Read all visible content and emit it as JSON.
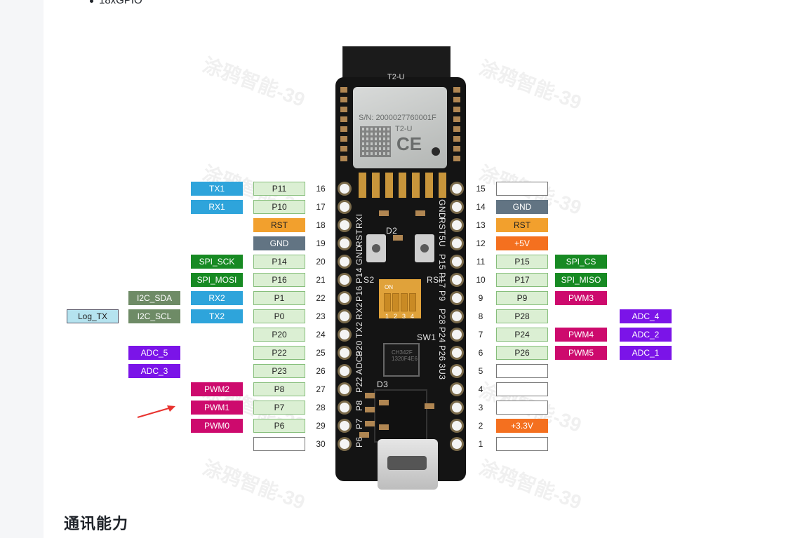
{
  "features": [
    "18xGPIO"
  ],
  "section_title": "通讯能力",
  "board": {
    "antenna_label": "T2-U",
    "module_serial": "S/N: 2000027760001F",
    "module_name": "T2-U",
    "module_mark": "CE",
    "dip_label": "ON",
    "dip_numbers": [
      "1",
      "2",
      "3",
      "4"
    ],
    "chip_text": "CH342F\n1320F4E6",
    "watermark": "涂鸦智能-39",
    "silk_left": [
      "RXI",
      "RST",
      "GND",
      "P14",
      "P16",
      "RX2",
      "TX2",
      "P20",
      "ADC3",
      "P22",
      "P8",
      "P7",
      "P6"
    ],
    "silk_right": [
      "GND",
      "RST",
      "5U",
      "P15",
      "P17",
      "P9",
      "P28",
      "P24",
      "P26",
      "3U3"
    ],
    "silk_misc": [
      "D2",
      "S2",
      "RST",
      "SW1",
      "D3"
    ]
  },
  "left_pins": [
    {
      "num": "16",
      "pin": "P11",
      "f1": "TX1",
      "f1c": "uart"
    },
    {
      "num": "17",
      "pin": "P10",
      "f1": "RX1",
      "f1c": "uart"
    },
    {
      "num": "18",
      "pin": "RST",
      "pinc": "rst"
    },
    {
      "num": "19",
      "pin": "GND",
      "pinc": "gnd"
    },
    {
      "num": "20",
      "pin": "P14",
      "f1": "SPI_SCK",
      "f1c": "spi"
    },
    {
      "num": "21",
      "pin": "P16",
      "f1": "SPI_MOSI",
      "f1c": "spi"
    },
    {
      "num": "22",
      "pin": "P1",
      "f1": "RX2",
      "f1c": "uart",
      "f2": "I2C_SDA",
      "f2c": "i2c"
    },
    {
      "num": "23",
      "pin": "P0",
      "f1": "TX2",
      "f1c": "uart",
      "f2": "I2C_SCL",
      "f2c": "i2c",
      "f3": "Log_TX",
      "f3c": "log"
    },
    {
      "num": "24",
      "pin": "P20"
    },
    {
      "num": "25",
      "pin": "P22",
      "f2": "ADC_5",
      "f2c": "adc"
    },
    {
      "num": "26",
      "pin": "P23",
      "f2": "ADC_3",
      "f2c": "adc"
    },
    {
      "num": "27",
      "pin": "P8",
      "f1": "PWM2",
      "f1c": "pwm"
    },
    {
      "num": "28",
      "pin": "P7",
      "f1": "PWM1",
      "f1c": "pwm"
    },
    {
      "num": "29",
      "pin": "P6",
      "f1": "PWM0",
      "f1c": "pwm"
    },
    {
      "num": "30",
      "pin": "",
      "pinc": "blank"
    }
  ],
  "right_pins": [
    {
      "num": "15",
      "pin": "",
      "pinc": "blank"
    },
    {
      "num": "14",
      "pin": "GND",
      "pinc": "gnd"
    },
    {
      "num": "13",
      "pin": "RST",
      "pinc": "rst"
    },
    {
      "num": "12",
      "pin": "+5V",
      "pinc": "pwr"
    },
    {
      "num": "11",
      "pin": "P15",
      "f1": "SPI_CS",
      "f1c": "spi"
    },
    {
      "num": "10",
      "pin": "P17",
      "f1": "SPI_MISO",
      "f1c": "spi"
    },
    {
      "num": "9",
      "pin": "P9",
      "f1": "PWM3",
      "f1c": "pwm"
    },
    {
      "num": "8",
      "pin": "P28",
      "f2": "ADC_4",
      "f2c": "adc"
    },
    {
      "num": "7",
      "pin": "P24",
      "f1": "PWM4",
      "f1c": "pwm",
      "f2": "ADC_2",
      "f2c": "adc"
    },
    {
      "num": "6",
      "pin": "P26",
      "f1": "PWM5",
      "f1c": "pwm",
      "f2": "ADC_1",
      "f2c": "adc"
    },
    {
      "num": "5",
      "pin": "",
      "pinc": "blank"
    },
    {
      "num": "4",
      "pin": "",
      "pinc": "blank"
    },
    {
      "num": "3",
      "pin": "",
      "pinc": "blank"
    },
    {
      "num": "2",
      "pin": "+3.3V",
      "pinc": "pwr"
    },
    {
      "num": "1",
      "pin": "",
      "pinc": "blank"
    }
  ],
  "annotation": {
    "icon": "red-arrow-icon",
    "color": "#e8322e"
  }
}
